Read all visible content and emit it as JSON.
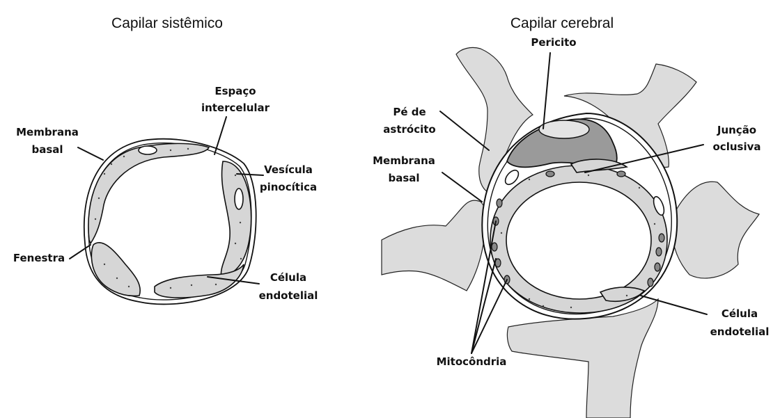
{
  "titles": {
    "left": "Capilar sistêmico",
    "right": "Capilar cerebral"
  },
  "left_labels": {
    "espaco_1": "Espaço",
    "espaco_2": "intercelular",
    "membrana_1": "Membrana",
    "membrana_2": "basal",
    "vesicula_1": "Vesícula",
    "vesicula_2": "pinocítica",
    "fenestra": "Fenestra",
    "celula_1": "Célula",
    "celula_2": "endotelial"
  },
  "right_labels": {
    "pericito": "Pericito",
    "pe_1": "Pé de",
    "pe_2": "astrócito",
    "juncao_1": "Junção",
    "juncao_2": "oclusiva",
    "membrana_1": "Membrana",
    "membrana_2": "basal",
    "mitocondria": "Mitocôndria",
    "celula_1": "Célula",
    "celula_2": "endotelial"
  },
  "colors": {
    "cell_fill": "#d6d6d6",
    "pericyte_fill": "#9a9a9a",
    "astrocyte_fill": "#dcdcdc",
    "line": "#111111"
  }
}
